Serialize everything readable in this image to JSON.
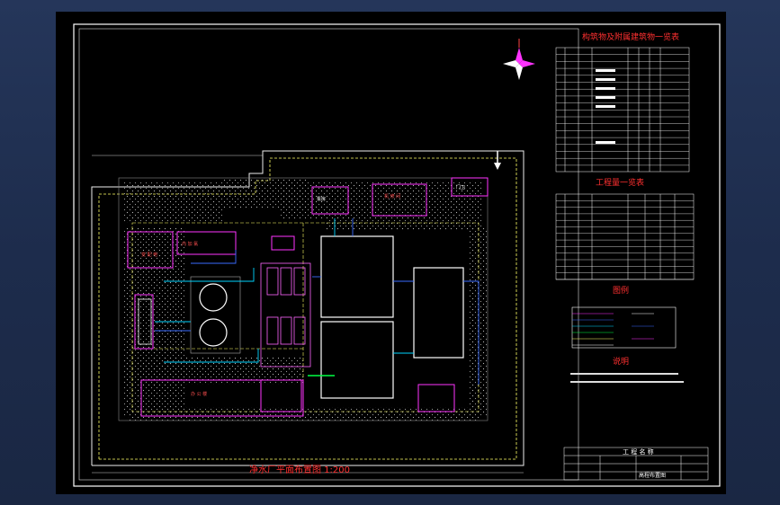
{
  "drawing": {
    "title": "净水厂平面布置图  1:200"
  },
  "building_table": {
    "title": "构筑物及附属建筑物一览表"
  },
  "quantity_table": {
    "title": "工程量一览表"
  },
  "legend": {
    "title": "图例"
  },
  "notes": {
    "title": "说明"
  },
  "title_block": {
    "header": "工 程 名 称",
    "drawing_name": "高程布置图"
  },
  "colors": {
    "frame": "#ffffff",
    "title_red": "#ff3030",
    "building": "#ff33ff",
    "pipe_cyan": "#00d5ff",
    "pipe_blue": "#3a6bff",
    "road": "#ffff66",
    "grass": "#bfbfbf"
  }
}
